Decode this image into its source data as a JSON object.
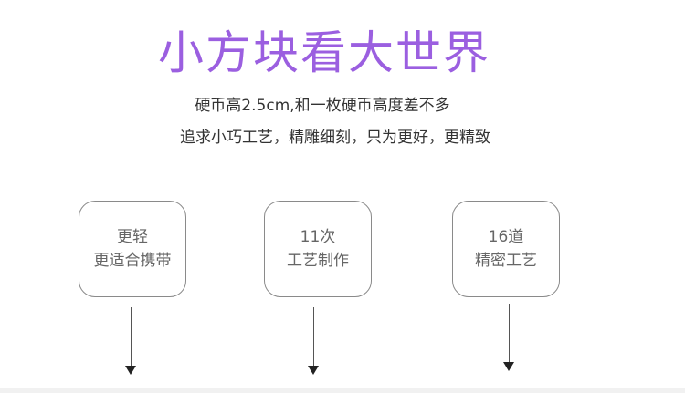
{
  "headline": {
    "text": "小方块看大世界",
    "color": "#9b5fe0"
  },
  "sublines": [
    "硬币高2.5cm,和一枚硬币高度差不多",
    "追求小巧工艺，精雕细刻，只为更好，更精致"
  ],
  "features": [
    {
      "line1": "更轻",
      "line2": "更适合携带"
    },
    {
      "line1": "11次",
      "line2": "工艺制作"
    },
    {
      "line1": "16道",
      "line2": "精密工艺"
    }
  ],
  "icons": {
    "arrow": "arrow-down-icon"
  },
  "colors": {
    "border": "#8a8a8a",
    "feature_text": "#666666",
    "body_text": "#333333"
  }
}
